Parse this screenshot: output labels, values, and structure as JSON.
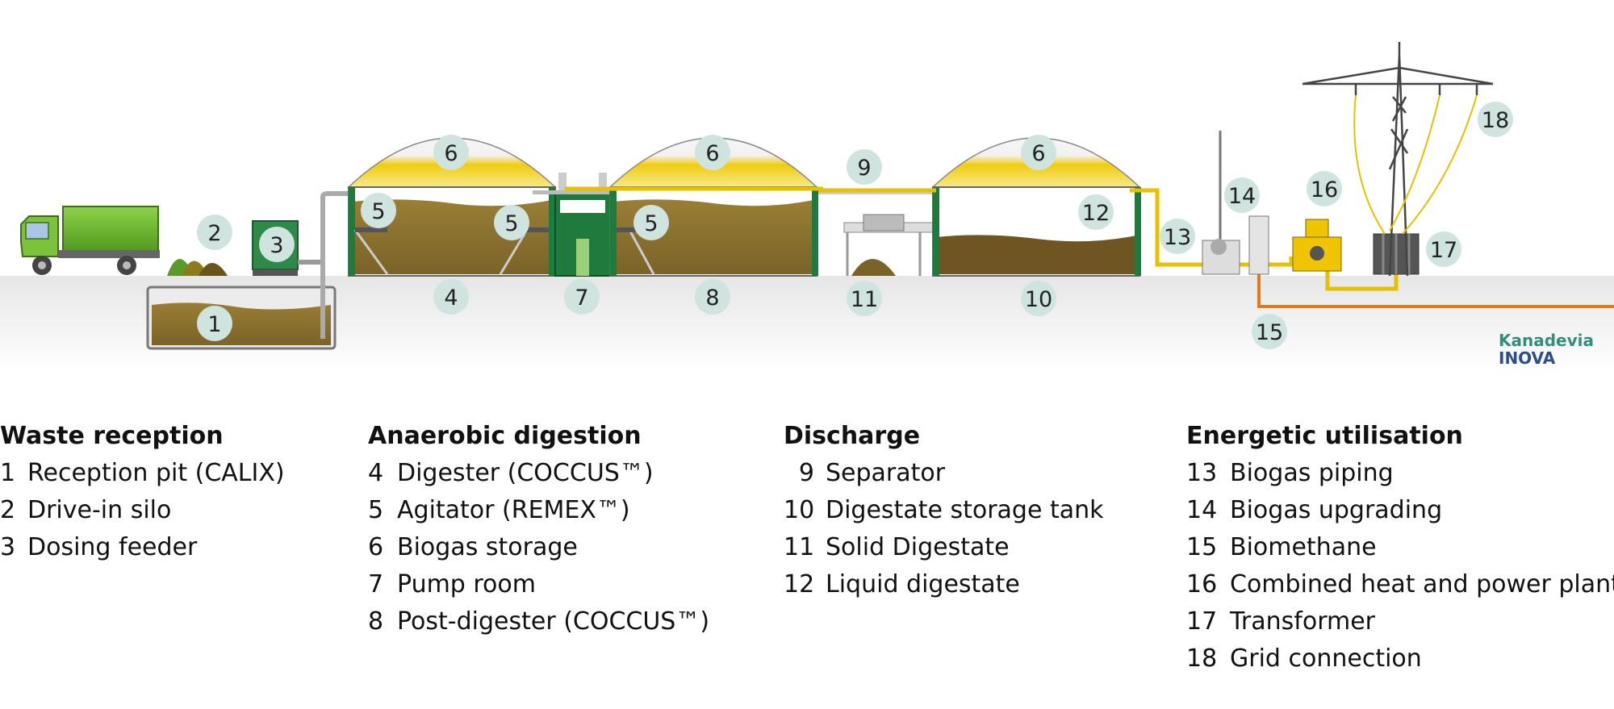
{
  "badges": [
    "1",
    "2",
    "3",
    "4",
    "5",
    "6",
    "7",
    "8",
    "9",
    "10",
    "11",
    "12",
    "13",
    "14",
    "15",
    "16",
    "17",
    "18"
  ],
  "colors": {
    "badge": "#cfe3df",
    "sludge": "#8a7232",
    "digester_green": "#1f7a3d",
    "gas_yellow": "#f0c400",
    "pipe_yellow": "#e6c100",
    "pipe_orange": "#e07b1a",
    "truck_green": "#6fba2c"
  },
  "legend": {
    "waste": {
      "title": "Waste reception",
      "items": [
        {
          "num": "1",
          "label": "Reception pit (CALIX)"
        },
        {
          "num": "2",
          "label": "Drive-in silo"
        },
        {
          "num": "3",
          "label": "Dosing feeder"
        }
      ]
    },
    "anaerobic": {
      "title": "Anaerobic digestion",
      "items": [
        {
          "num": "4",
          "label": "Digester (COCCUS™)"
        },
        {
          "num": "5",
          "label": "Agitator (REMEX™)"
        },
        {
          "num": "6",
          "label": "Biogas storage"
        },
        {
          "num": "7",
          "label": "Pump room"
        },
        {
          "num": "8",
          "label": "Post-digester (COCCUS™)"
        }
      ]
    },
    "discharge": {
      "title": "Discharge",
      "items": [
        {
          "num": "9",
          "label": "Separator"
        },
        {
          "num": "10",
          "label": "Digestate storage tank"
        },
        {
          "num": "11",
          "label": "Solid Digestate"
        },
        {
          "num": "12",
          "label": "Liquid digestate"
        }
      ]
    },
    "energetic": {
      "title": "Energetic utilisation",
      "items": [
        {
          "num": "13",
          "label": "Biogas piping"
        },
        {
          "num": "14",
          "label": "Biogas upgrading"
        },
        {
          "num": "15",
          "label": "Biomethane"
        },
        {
          "num": "16",
          "label": "Combined heat and power plant"
        },
        {
          "num": "17",
          "label": "Transformer"
        },
        {
          "num": "18",
          "label": "Grid connection"
        }
      ]
    }
  },
  "logo": {
    "line1": "Kanadevia",
    "line2": "INOVA"
  }
}
